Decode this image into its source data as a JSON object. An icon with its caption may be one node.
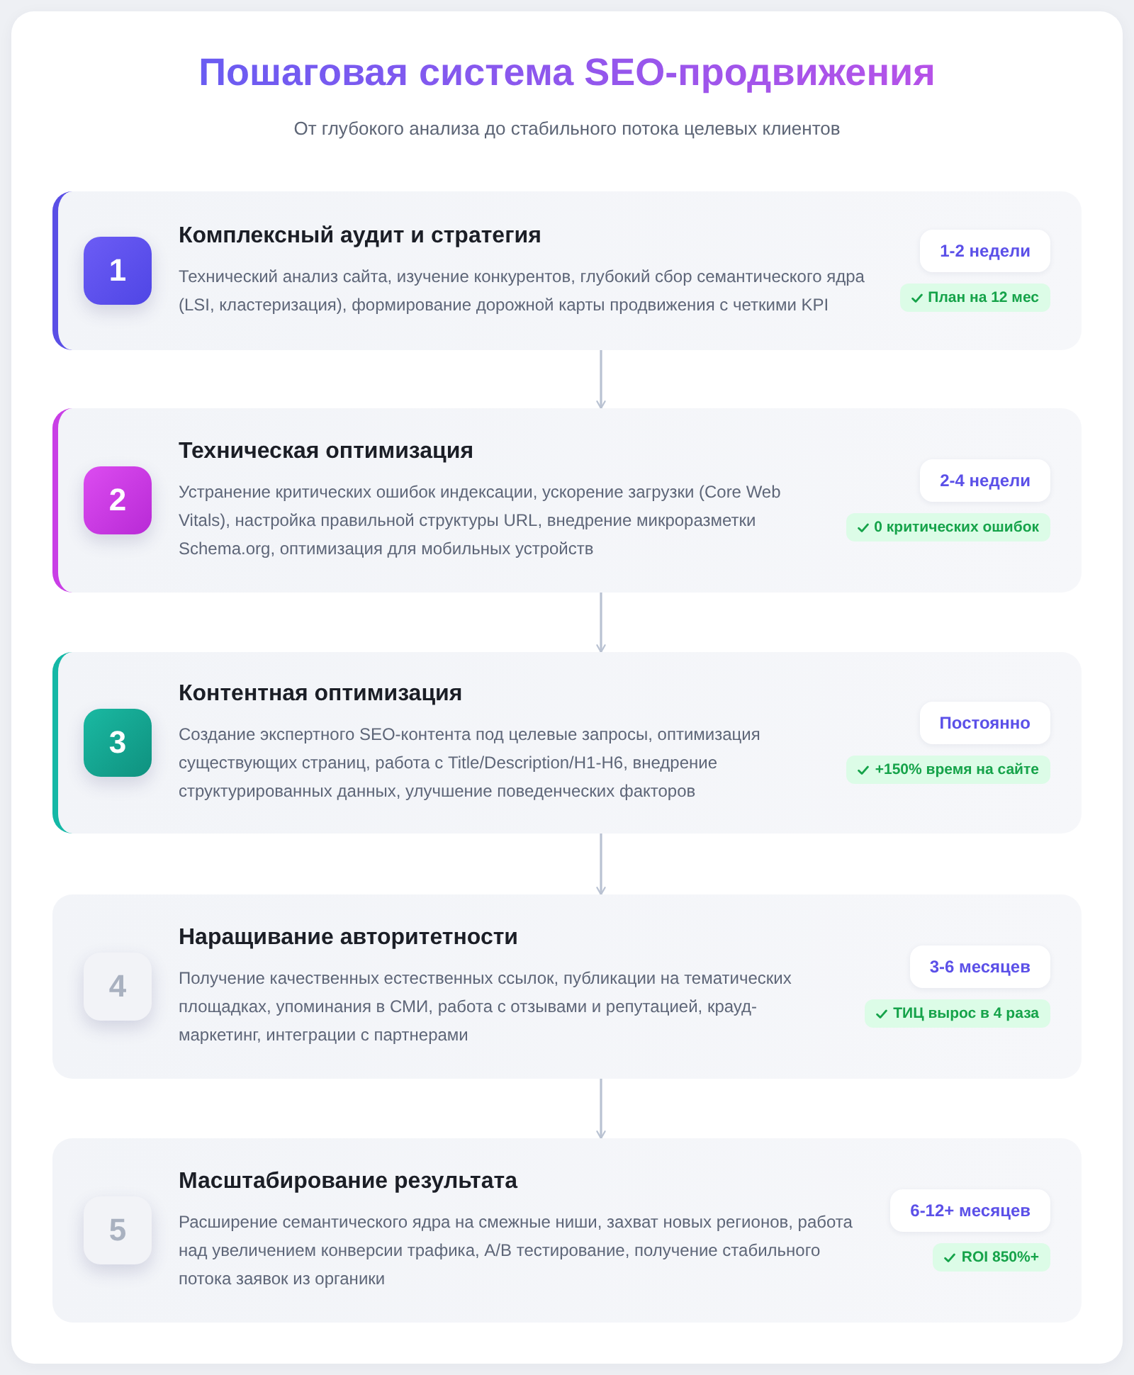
{
  "diagram": {
    "title": "Пошаговая система SEO-продвижения",
    "nodes": [
      {
        "text": [
          "Комплексный аудит и стратегия",
          "Технический анализ сайта, изучение конкурентов, глубокий сбор семантического ядра (LSI, кластеризация), формирование дорожной карты продвижения с четкими KPI"
        ]
      },
      {
        "text": [
          "1"
        ],
        "in": 0
      },
      {
        "text": [
          "1-2 недели"
        ],
        "in": 0
      },
      {
        "text": [
          "План на 12 мес"
        ],
        "in": 0
      },
      {
        "text": [
          "Техническая оптимизация",
          "Устранение критических ошибок индексации, ускорение загрузки (Core Web Vitals), настройка правильной структуры URL, внедрение микроразметки Schema.org, оптимизация для мобильных устройств"
        ]
      },
      {
        "text": [
          "2"
        ],
        "in": 4
      },
      {
        "text": [
          "2-4 недели"
        ],
        "in": 4
      },
      {
        "text": [
          "0 критических ошибок"
        ],
        "in": 4
      },
      {
        "text": [
          "Контентная оптимизация",
          "Создание экспертного SEO-контента под целевые запросы, оптимизация существующих страниц, работа с Title/Description/H1-H6, внедрение структурированных данных, улучшение поведенческих факторов"
        ]
      },
      {
        "text": [
          "3"
        ],
        "in": 8
      },
      {
        "text": [
          "Постоянно"
        ],
        "in": 8
      },
      {
        "text": [
          "+150% время на сайте"
        ],
        "in": 8
      },
      {
        "text": [
          "Наращивание авторитетности",
          "Получение качественных естественных ссылок, публикации на тематических площадках, упоминания в СМИ, работа с отзывами и репутацией, крауд-маркетинг, интеграции с партнерами"
        ]
      },
      {
        "text": [
          "4"
        ],
        "in": 12
      },
      {
        "text": [
          "3-6 месяцев"
        ],
        "in": 12
      },
      {
        "text": [
          "ТИЦ вырос в 4 раза"
        ],
        "in": 12
      },
      {
        "text": [
          "Масштабирование результата",
          "Расширение семантического ядра на смежные ниши, захват новых регионов, работа над увеличением конверсии трафика, A/B тестирование, получение стабильного потока заявок из органики"
        ]
      },
      {
        "text": [
          "5"
        ],
        "in": 16
      },
      {
        "text": [
          "6-12+ месяцев"
        ],
        "in": 16
      },
      {
        "text": [
          "ROI 850%+"
        ],
        "in": 16
      }
    ],
    "edges": [
      {
        "from": 0,
        "to": 4,
        "arrow": "to"
      },
      {
        "from": 4,
        "to": 8,
        "arrow": "to"
      },
      {
        "from": 8,
        "to": 12,
        "arrow": "to"
      },
      {
        "from": 12,
        "to": 16,
        "arrow": "to"
      }
    ],
    "labels": [
      "От глубокого анализа до стабильного потока целевых клиентов"
    ]
  }
}
